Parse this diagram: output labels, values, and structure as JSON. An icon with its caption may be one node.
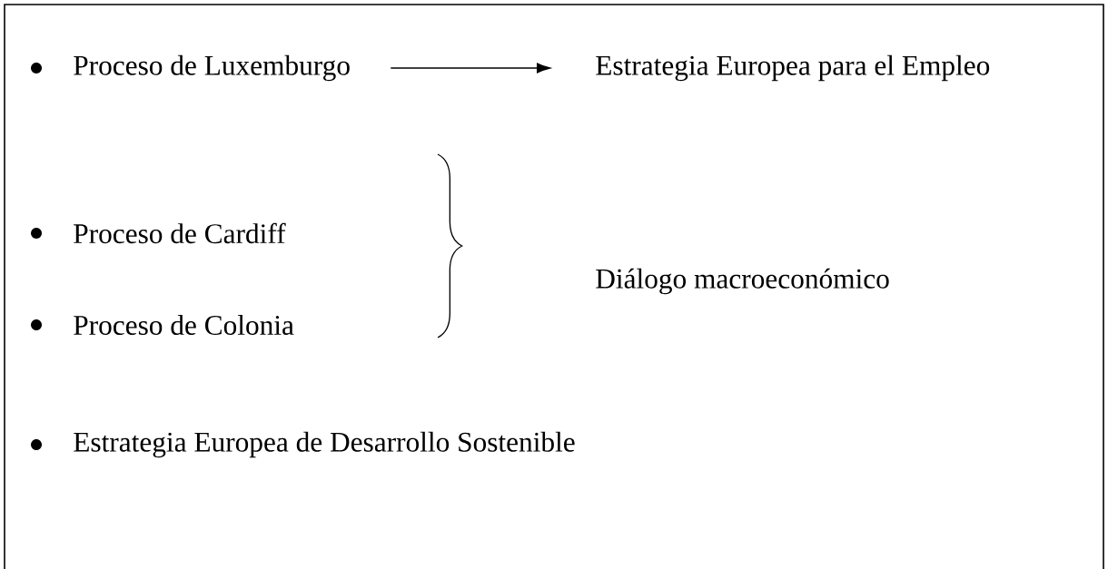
{
  "diagram": {
    "nodes": [
      {
        "text": [
          "Proceso de Luxemburgo"
        ]
      },
      {
        "text": [
          "Estrategia Europea para el Empleo"
        ]
      }
    ],
    "edges": [
      {
        "from": 0,
        "to": 1,
        "arrow": "to"
      }
    ],
    "labels": [
      "Proceso de Cardiff",
      "Diálogo macroeconómico",
      "Proceso de Colonia",
      "Estrategia Europea de Desarrollo Sostenible"
    ]
  }
}
